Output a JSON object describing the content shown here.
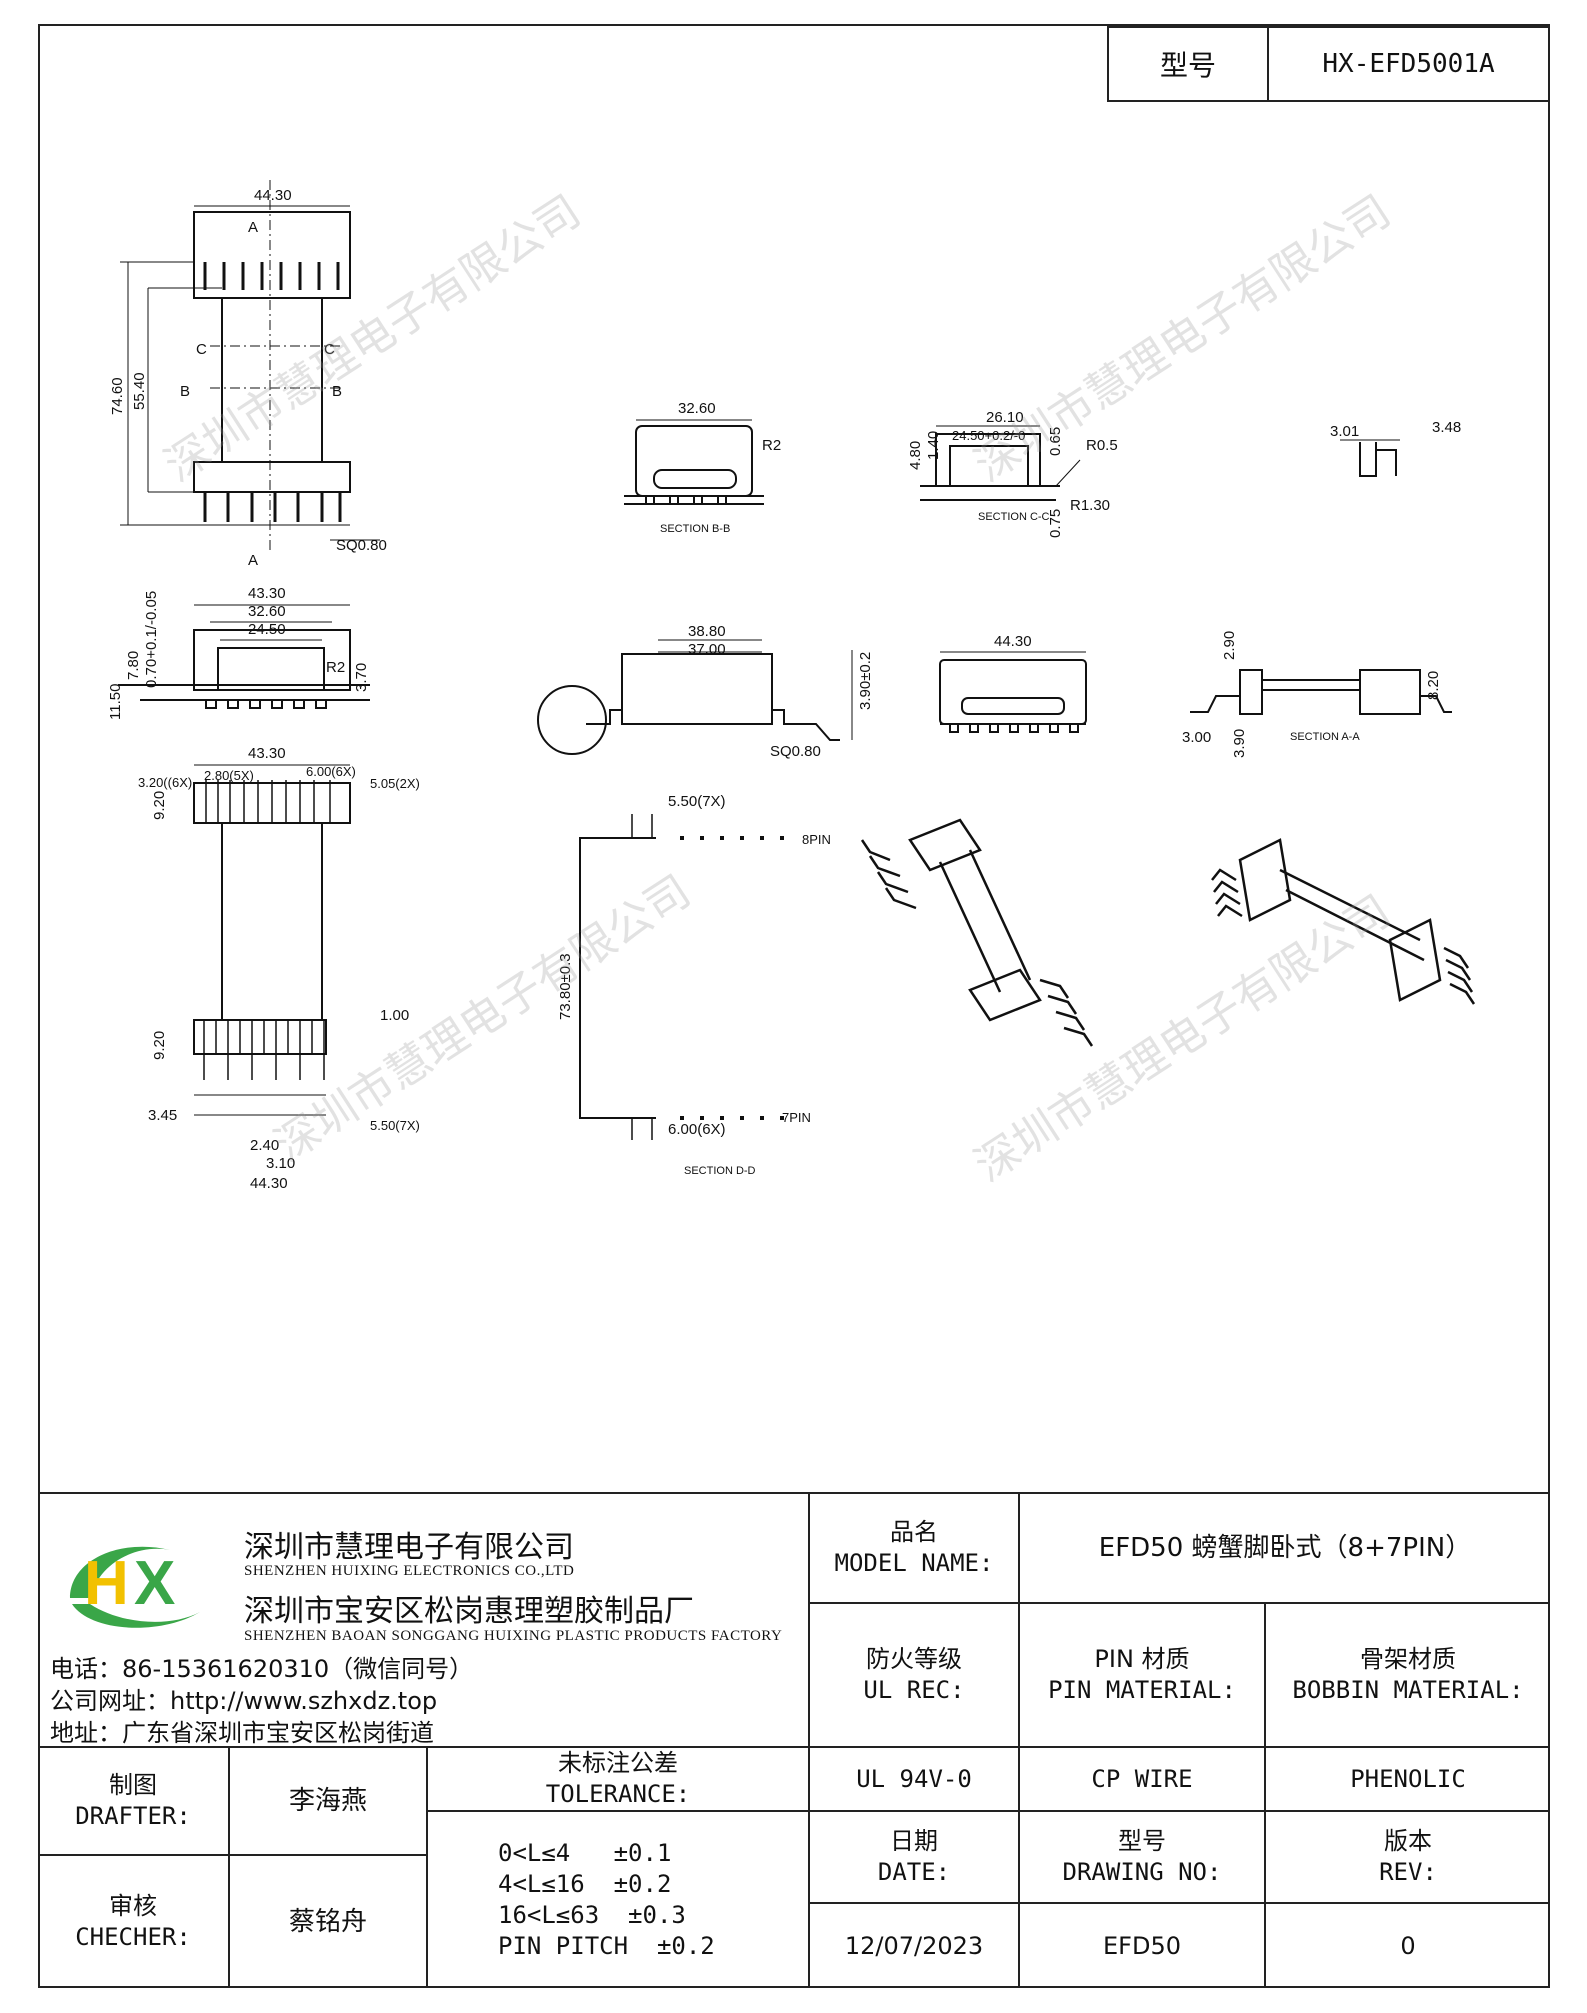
{
  "header": {
    "model_key": "型号",
    "model_value": "HX-EFD5001A"
  },
  "watermark": "深圳市慧理电子有限公司",
  "drawing": {
    "top_view": {
      "width": "44.30",
      "overall": "74.60",
      "inner": "55.40",
      "pin_sq": "SQ0.80",
      "sec_a": "A",
      "sec_b": "B",
      "sec_c": "C"
    },
    "front_view": {
      "w1": "43.30",
      "w2": "32.60",
      "w3": "24.50",
      "r": "R2",
      "h1": "11.50",
      "h2": "7.80",
      "h3": "0.70+0.1/-0.05",
      "h4": "3.70"
    },
    "bottom_view": {
      "width": "43.30",
      "pitch3": "3.20((6X)",
      "pitch2": "2.80(5X)",
      "pitch6": "6.00(6X)",
      "pitch5": "5.05(2X)",
      "h_top": "9.20",
      "h_bot": "9.20",
      "d1": "1.00",
      "d345": "3.45",
      "d240": "2.40",
      "d310": "3.10",
      "pitch7": "5.50(7X)",
      "total": "44.30"
    },
    "section_bb": {
      "width": "32.60",
      "r": "R2",
      "label": "SECTION B-B"
    },
    "section_cc": {
      "w": "26.10",
      "inner": "24.50+0.2/-0",
      "h1": "4.80",
      "h2": "1.40",
      "h3": "0.65",
      "r1": "R0.5",
      "r2": "R1.30",
      "h4": "0.75",
      "label": "SECTION C-C"
    },
    "detail": {
      "a": "3.01",
      "b": "3.48"
    },
    "side_view": {
      "d1": "38.80",
      "d2": "37.00",
      "h": "3.90±0.2",
      "sq": "SQ0.80"
    },
    "end_view": {
      "w": "44.30"
    },
    "section_aa": {
      "h1": "2.90",
      "h2": "8.20",
      "w": "3.00",
      "h3": "3.90",
      "label": "SECTION A-A"
    },
    "section_dd": {
      "p1": "5.50(7X)",
      "pins8": "8PIN",
      "span": "73.80±0.3",
      "p2": "6.00(6X)",
      "pins7": "7PIN",
      "label": "SECTION D-D"
    }
  },
  "titleblock": {
    "company_cn": "深圳市慧理电子有限公司",
    "company_en": "SHENZHEN HUIXING ELECTRONICS CO.,LTD",
    "factory_cn": "深圳市宝安区松岗惠理塑胶制品厂",
    "factory_en": "SHENZHEN BAOAN SONGGANG HUIXING PLASTIC PRODUCTS FACTORY",
    "phone": "电话：86-15361620310（微信同号）",
    "web": "公司网址：http://www.szhxdz.top",
    "address": "地址：广东省深圳市宝安区松岗街道",
    "model_name_cn": "品名",
    "model_name_en": "MODEL NAME:",
    "model_name_value": "EFD50 螃蟹脚卧式（8+7PIN）",
    "ul_cn": "防火等级",
    "ul_en": "UL REC:",
    "pin_cn": "PIN 材质",
    "pin_en": "PIN MATERIAL:",
    "bobbin_cn": "骨架材质",
    "bobbin_en": "BOBBIN MATERIAL:",
    "ul_value": "UL 94V-0",
    "pin_value": "CP WIRE",
    "bobbin_value": "PHENOLIC",
    "drafter_cn": "制图",
    "drafter_en": "DRAFTER:",
    "drafter_name": "李海燕",
    "checker_cn": "审核",
    "checker_en": "CHECHER:",
    "checker_name": "蔡铭舟",
    "tol_cn": "未标注公差",
    "tol_en": "TOLERANCE:",
    "tol1": "0<L≤4   ±0.1",
    "tol2": "4<L≤16  ±0.2",
    "tol3": "16<L≤63  ±0.3",
    "tol4": "PIN PITCH  ±0.2",
    "date_cn": "日期",
    "date_en": "DATE:",
    "date_value": "12/07/2023",
    "dwg_cn": "型号",
    "dwg_en": "DRAWING NO:",
    "dwg_value": "EFD50",
    "rev_cn": "版本",
    "rev_en": "REV:",
    "rev_value": "0"
  },
  "colors": {
    "logo_green": "#3aa648",
    "logo_yellow": "#f2c100",
    "logo_blue": "#1a5aa8"
  }
}
